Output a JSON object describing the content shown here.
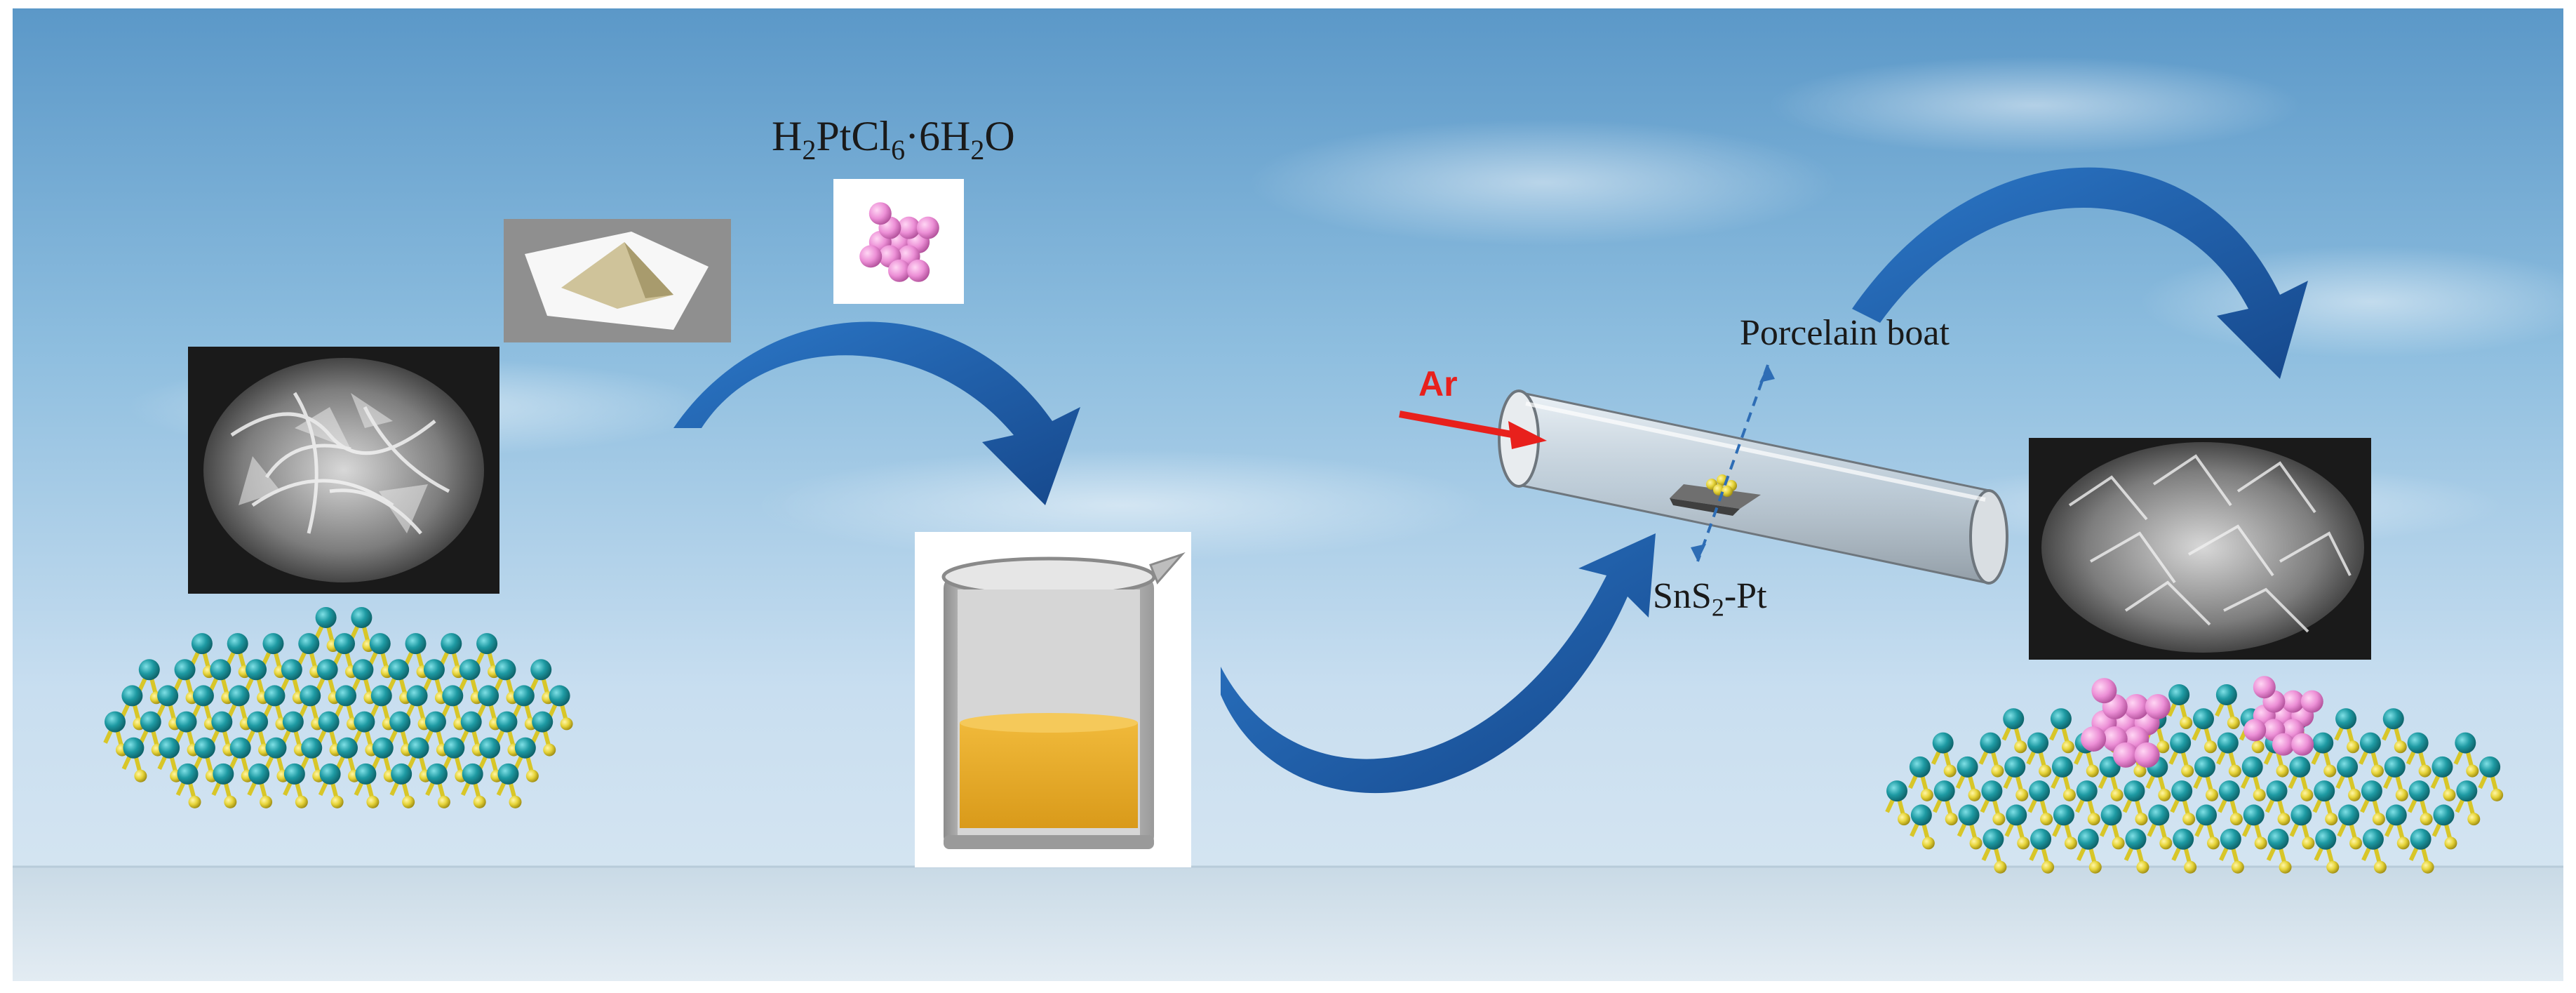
{
  "labels": {
    "precursor_formula": {
      "main": "H",
      "s1": "2",
      "mid": "PtCl",
      "s2": "6",
      "end": "·6H",
      "s3": "2",
      "tail": "O"
    },
    "porcelain_boat": "Porcelain boat",
    "product": {
      "main": "SnS",
      "sub": "2",
      "tail": "-Pt"
    },
    "gas": "Ar"
  },
  "colors": {
    "sky_top": "#5d9ac9",
    "sky_bottom": "#dcebf5",
    "arrow": "#1f5fae",
    "tin_atom": "#1e9aa3",
    "sulfur_atom": "#e6d43a",
    "pt_cluster": "#ec8fd6",
    "solution": "#e4a82a",
    "ar_arrow": "#e8201c"
  },
  "icons": [
    "flask-beaker-icon",
    "powder-on-paper-icon",
    "pt-cluster-icon",
    "tube-furnace-icon",
    "porcelain-boat-icon"
  ]
}
